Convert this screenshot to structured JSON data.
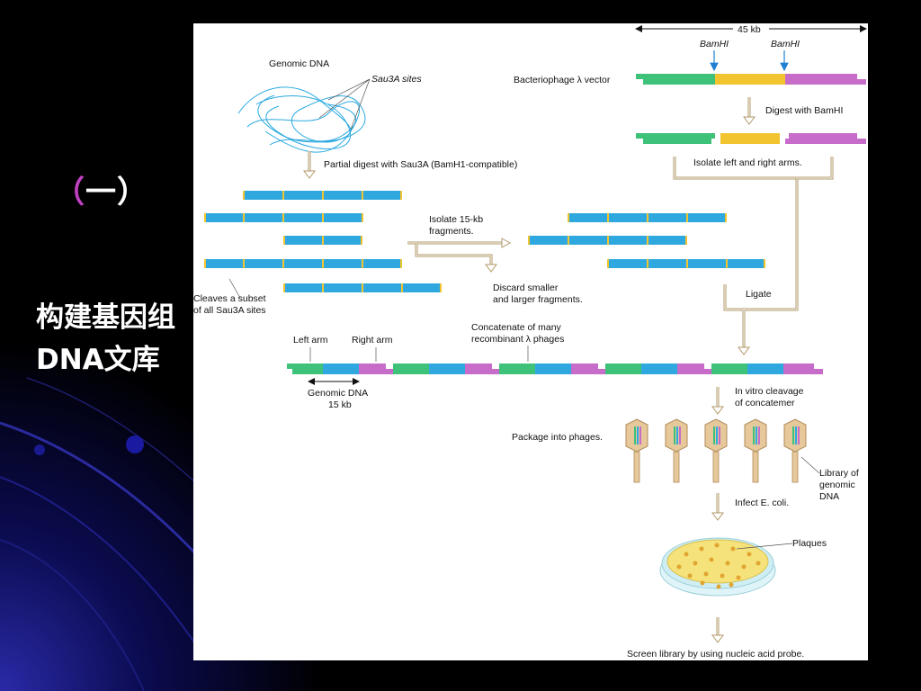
{
  "slide": {
    "heading_left": "（",
    "heading_mid": "一",
    "heading_right": "）",
    "subtitle": "构建基因组DNA文库"
  },
  "colors": {
    "blue": "#2fa8e0",
    "green": "#3ec27a",
    "yellow": "#f2c430",
    "magenta": "#c76cc8",
    "tan": "#c8b48a"
  },
  "diagram": {
    "genomic_dna": "Genomic DNA",
    "sau3a_sites": "Sau3A sites",
    "partial_digest": "Partial digest with Sau3A (BamH1-compatible)",
    "cleaves_1": "Cleaves a subset",
    "cleaves_2": "of all Sau3A sites",
    "isolate_1": "Isolate 15-kb",
    "isolate_2": "fragments.",
    "discard_1": "Discard smaller",
    "discard_2": "and larger fragments.",
    "size_45kb": "45 kb",
    "bamhi_1": "BamHI",
    "bamhi_2": "BamHI",
    "vector": "Bacteriophage λ vector",
    "digest_bamhi": "Digest with BamHI",
    "isolate_arms": "Isolate left and right arms.",
    "ligate": "Ligate",
    "left_arm": "Left arm",
    "right_arm": "Right arm",
    "concat_1": "Concatenate of many",
    "concat_2": "recombinant λ phages",
    "genomic_15_1": "Genomic DNA",
    "genomic_15_2": "15 kb",
    "invitro_1": "In vitro cleavage",
    "invitro_2": "of concatemer",
    "package": "Package into phages.",
    "library_1": "Library of",
    "library_2": "genomic",
    "library_3": "DNA",
    "infect": "Infect E. coli.",
    "plaques": "Plaques",
    "screen": "Screen library by using nucleic acid probe."
  }
}
